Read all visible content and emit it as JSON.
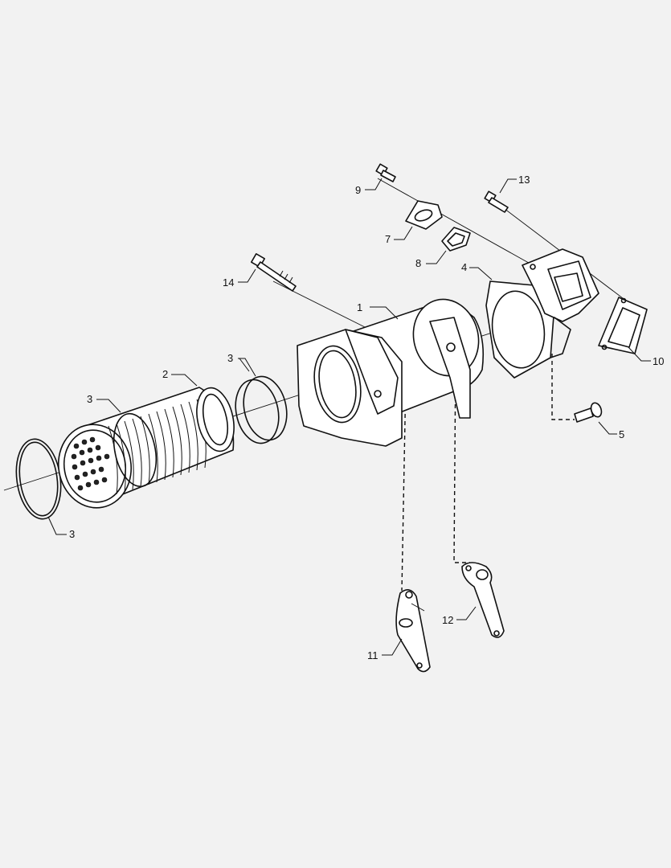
{
  "callouts": {
    "c1": "1",
    "c2": "2",
    "c3a": "3",
    "c3b": "3",
    "c3c": "3",
    "c4": "4",
    "c5": "5",
    "c7": "7",
    "c8": "8",
    "c9": "9",
    "c10": "10",
    "c11": "11",
    "c12": "12",
    "c13": "13",
    "c14": "14"
  }
}
